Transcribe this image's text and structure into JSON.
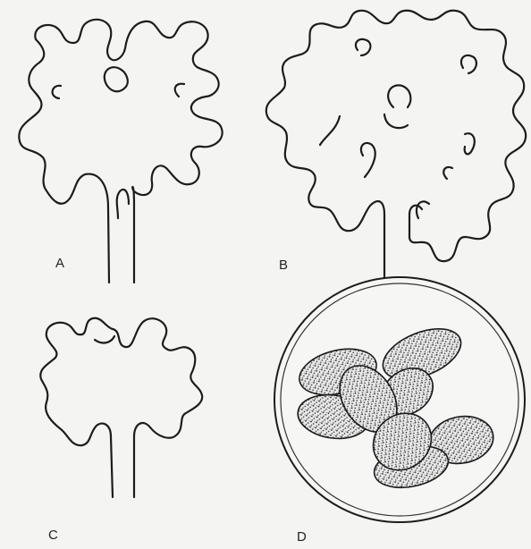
{
  "figure": {
    "panels": [
      {
        "id": "A",
        "label": "A"
      },
      {
        "id": "B",
        "label": "B"
      },
      {
        "id": "C",
        "label": "C"
      },
      {
        "id": "D",
        "label": "D"
      }
    ],
    "colors": {
      "ink": "#1c1c1c",
      "paper": "#f4f4f2",
      "stipple": "#2a2a2a",
      "cell": "#e6e6e6"
    }
  }
}
